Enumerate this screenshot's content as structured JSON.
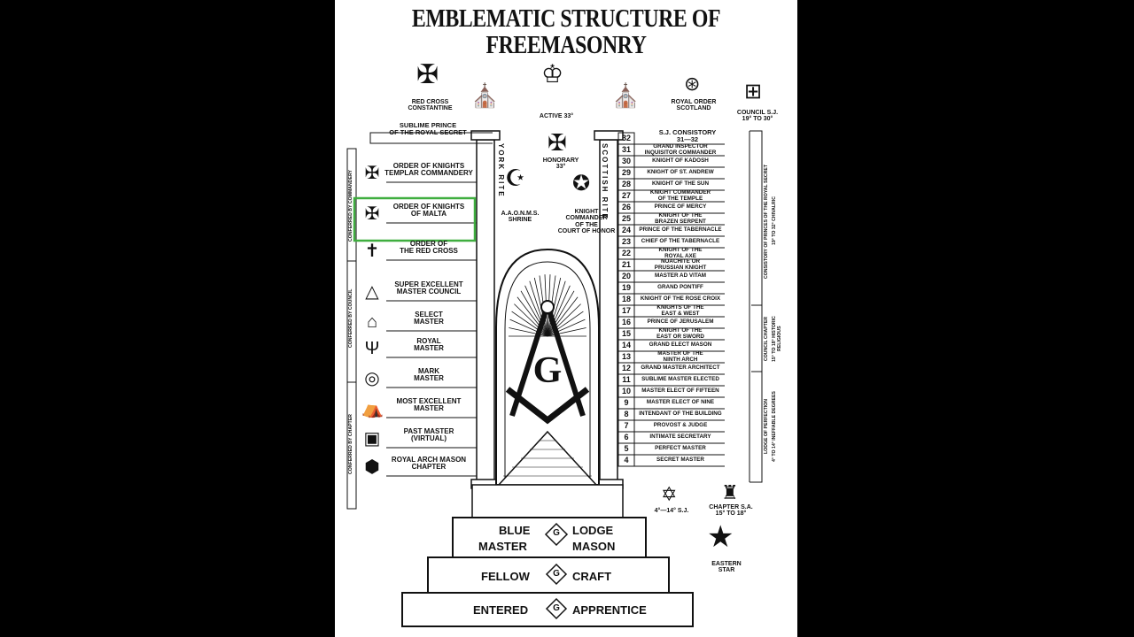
{
  "title": "EMBLEMATIC STRUCTURE OF FREEMASONRY",
  "top": {
    "red_cross": "RED CROSS\nCONSTANTINE",
    "active": "ACTIVE 33°",
    "royal_order": "ROYAL ORDER\nSCOTLAND",
    "council": "COUNCIL S.J.\n19° TO 30°",
    "honorary": "HONORARY\n33°",
    "shrine": "A.A.O.N.M.S.\nSHRINE",
    "knight_commander": "KNIGHT\nCOMMANDER\nOF THE\nCOURT OF HONOR",
    "sublime": "SUBLIME PRINCE\nOF THE ROYAL SECRET",
    "consistory": "S.J. CONSISTORY\n31—32"
  },
  "columns": {
    "york": "YORK RITE",
    "scottish": "SCOTTISH RITE"
  },
  "york_orders": [
    {
      "label": "ORDER OF KNIGHTS\nTEMPLAR COMMANDERY",
      "icon": "✠"
    },
    {
      "label": "ORDER OF KNIGHTS\nOF MALTA",
      "icon": "✠"
    },
    {
      "label": "ORDER OF\nTHE RED CROSS",
      "icon": "✝"
    },
    {
      "label": "SUPER EXCELLENT\nMASTER COUNCIL",
      "icon": "△"
    },
    {
      "label": "SELECT\nMASTER",
      "icon": "⌂"
    },
    {
      "label": "ROYAL\nMASTER",
      "icon": "Ψ"
    },
    {
      "label": "MARK\nMASTER",
      "icon": "◎"
    },
    {
      "label": "MOST EXCELLENT\nMASTER",
      "icon": "⛺"
    },
    {
      "label": "PAST MASTER\n(VIRTUAL)",
      "icon": "▣"
    },
    {
      "label": "ROYAL ARCH MASON\nCHAPTER",
      "icon": "⬢"
    }
  ],
  "york_side": {
    "commandery": "CONFERRED BY COMMANDERY",
    "council": "CONFERRED BY COUNCIL",
    "chapter": "CONFERRED BY CHAPTER"
  },
  "degrees": [
    {
      "n": "32",
      "name": ""
    },
    {
      "n": "31",
      "name": "GRAND INSPECTOR\nINQUISITOR COMMANDER"
    },
    {
      "n": "30",
      "name": "KNIGHT OF KADOSH"
    },
    {
      "n": "29",
      "name": "KNIGHT OF ST. ANDREW"
    },
    {
      "n": "28",
      "name": "KNIGHT OF THE SUN"
    },
    {
      "n": "27",
      "name": "KNIGHT COMMANDER\nOF THE TEMPLE"
    },
    {
      "n": "26",
      "name": "PRINCE OF MERCY"
    },
    {
      "n": "25",
      "name": "KNIGHT OF THE\nBRAZEN SERPENT"
    },
    {
      "n": "24",
      "name": "PRINCE OF THE TABERNACLE"
    },
    {
      "n": "23",
      "name": "CHIEF OF THE TABERNACLE"
    },
    {
      "n": "22",
      "name": "KNIGHT OF THE\nROYAL AXE"
    },
    {
      "n": "21",
      "name": "NOACHITE OR\nPRUSSIAN KNIGHT"
    },
    {
      "n": "20",
      "name": "MASTER AD VITAM"
    },
    {
      "n": "19",
      "name": "GRAND PONTIFF"
    },
    {
      "n": "18",
      "name": "KNIGHT OF THE ROSE CROIX"
    },
    {
      "n": "17",
      "name": "KNIGHTS OF THE\nEAST & WEST"
    },
    {
      "n": "16",
      "name": "PRINCE OF JERUSALEM"
    },
    {
      "n": "15",
      "name": "KNIGHT OF THE\nEAST OR SWORD"
    },
    {
      "n": "14",
      "name": "GRAND ELECT MASON"
    },
    {
      "n": "13",
      "name": "MASTER OF THE\nNINTH ARCH"
    },
    {
      "n": "12",
      "name": "GRAND MASTER ARCHITECT"
    },
    {
      "n": "11",
      "name": "SUBLIME MASTER ELECTED"
    },
    {
      "n": "10",
      "name": "MASTER ELECT OF FIFTEEN"
    },
    {
      "n": "9",
      "name": "MASTER ELECT OF NINE"
    },
    {
      "n": "8",
      "name": "INTENDANT OF THE BUILDING"
    },
    {
      "n": "7",
      "name": "PROVOST & JUDGE"
    },
    {
      "n": "6",
      "name": "INTIMATE SECRETARY"
    },
    {
      "n": "5",
      "name": "PERFECT MASTER"
    },
    {
      "n": "4",
      "name": "SECRET MASTER"
    }
  ],
  "scottish_side": {
    "consistory": "CONSISTORY OF PRINCES OF THE ROYAL SECRET",
    "chivalric": "19° TO 32° CHIVALRIC",
    "council": "COUNCIL CHAPTER",
    "historic": "15° TO 18° HISTORIC RELIGIOUS",
    "lodge": "LODGE OF PERFECTION",
    "ineffable": "4° TO 14° INEFFABLE DEGREES"
  },
  "bottom": {
    "sj": "4°—14° S.J.",
    "chapter": "CHAPTER S.A.\n15° TO 18°",
    "eastern_star": "EASTERN\nSTAR",
    "blue": "BLUE",
    "lodge": "LODGE",
    "master": "MASTER",
    "mason": "MASON",
    "fellow": "FELLOW",
    "craft": "CRAFT",
    "entered": "ENTERED",
    "apprentice": "APPRENTICE",
    "g": "G"
  },
  "highlight_color": "#3fae3f"
}
